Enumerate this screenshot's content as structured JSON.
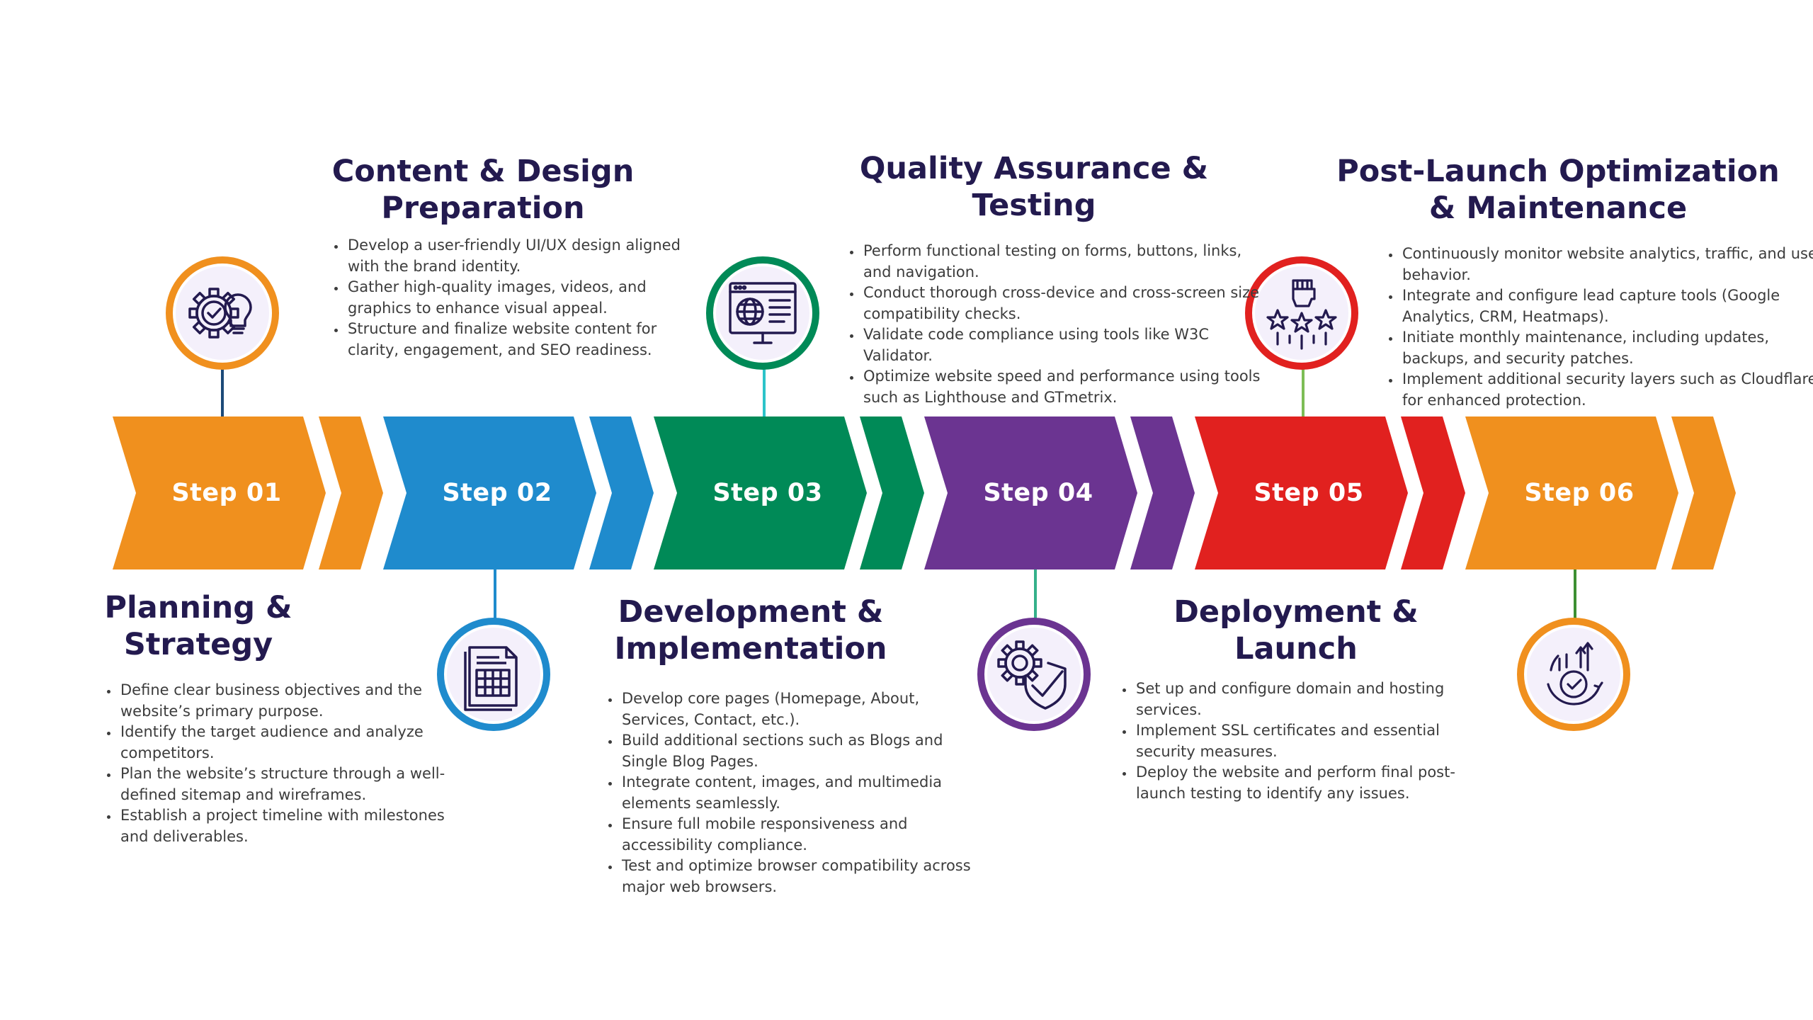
{
  "colors": {
    "step1": "#f0901e",
    "step2": "#1f8bcd",
    "step3": "#008a57",
    "step4": "#6b3491",
    "step5": "#e1211f",
    "step6": "#f0901e",
    "line1": "#1c4a78",
    "line2": "#1f8bcd",
    "line3": "#2cc3c9",
    "line4": "#34b08a",
    "line5": "#7dbd56",
    "line6": "#3d8f32",
    "title": "#231a4f",
    "text": "#3c3c3c"
  },
  "steps": [
    {
      "label": "Step 01",
      "icon": "gear-lightbulb-check-icon",
      "title_line1": "Planning &",
      "title_line2": "Strategy",
      "bullets": [
        "Define clear business objectives and the website’s primary purpose.",
        "Identify the target audience and analyze competitors.",
        "Plan the website’s structure through a well-defined sitemap and wireframes.",
        "Establish a project timeline with milestones and deliverables."
      ]
    },
    {
      "label": "Step 02",
      "icon": "document-table-icon",
      "title_line1": "Content & Design",
      "title_line2": "Preparation",
      "bullets": [
        "Develop a user-friendly UI/UX design aligned with the brand identity.",
        "Gather high-quality images, videos, and graphics to enhance visual appeal.",
        "Structure and finalize website content for clarity, engagement, and SEO readiness."
      ]
    },
    {
      "label": "Step 03",
      "icon": "web-monitor-globe-icon",
      "title_line1": "Development &",
      "title_line2": "Implementation",
      "bullets": [
        "Develop core pages (Homepage, About, Services, Contact, etc.).",
        "Build additional sections such as Blogs and Single Blog Pages.",
        "Integrate content, images, and multimedia elements seamlessly.",
        "Ensure full mobile responsiveness and accessibility compliance.",
        "Test and optimize browser compatibility across major web browsers."
      ]
    },
    {
      "label": "Step 04",
      "icon": "gear-shield-check-icon",
      "title_line1": "Quality Assurance &",
      "title_line2": "Testing",
      "bullets": [
        "Perform functional testing on forms, buttons, links, and navigation.",
        "Conduct thorough cross-device and cross-screen size compatibility checks.",
        "Validate code compliance using tools like W3C Validator.",
        "Optimize website speed and performance using tools such as Lighthouse and GTmetrix."
      ]
    },
    {
      "label": "Step 05",
      "icon": "fist-stars-icon",
      "title_line1": "Deployment &",
      "title_line2": "Launch",
      "bullets": [
        "Set up and configure domain and hosting services.",
        "Implement SSL certificates and essential security measures.",
        "Deploy the website and perform final post-launch testing to identify any issues."
      ]
    },
    {
      "label": "Step 06",
      "icon": "growth-cycle-check-icon",
      "title_line1": "Post-Launch Optimization",
      "title_line2": "& Maintenance",
      "bullets": [
        "Continuously monitor website analytics, traffic, and user behavior.",
        "Integrate and configure lead capture tools (Google Analytics, CRM, Heatmaps).",
        "Initiate monthly maintenance, including updates, backups, and security patches.",
        "Implement additional security layers such as Cloudflare for enhanced protection."
      ]
    }
  ]
}
